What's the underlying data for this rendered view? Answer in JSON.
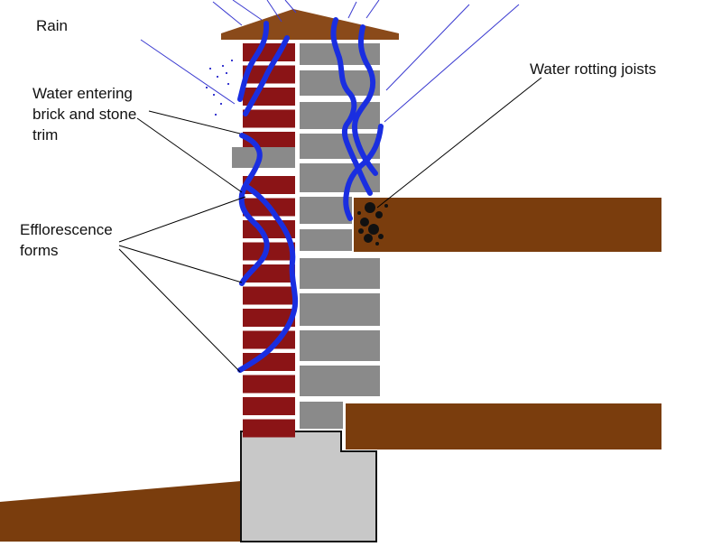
{
  "labels": {
    "rain": "Rain",
    "water_entering": [
      "Water entering",
      "brick and stone",
      "trim"
    ],
    "efflorescence": [
      "Efflorescence",
      "forms"
    ],
    "water_rotting": "Water rotting joists"
  },
  "colors": {
    "brick": "#8b1416",
    "stone": "#8a8a8a",
    "cap": "#8a4a1a",
    "joist": "#7a3d0d",
    "foundation": "#c8c8c8",
    "water": "#1a2ee0",
    "rain_lines": "#3a3ad0",
    "rot": "#111111",
    "leader": "#000000"
  },
  "icons": {
    "water_trickle": "water-trickle-icon",
    "rot_spot": "rot-spot-icon"
  }
}
